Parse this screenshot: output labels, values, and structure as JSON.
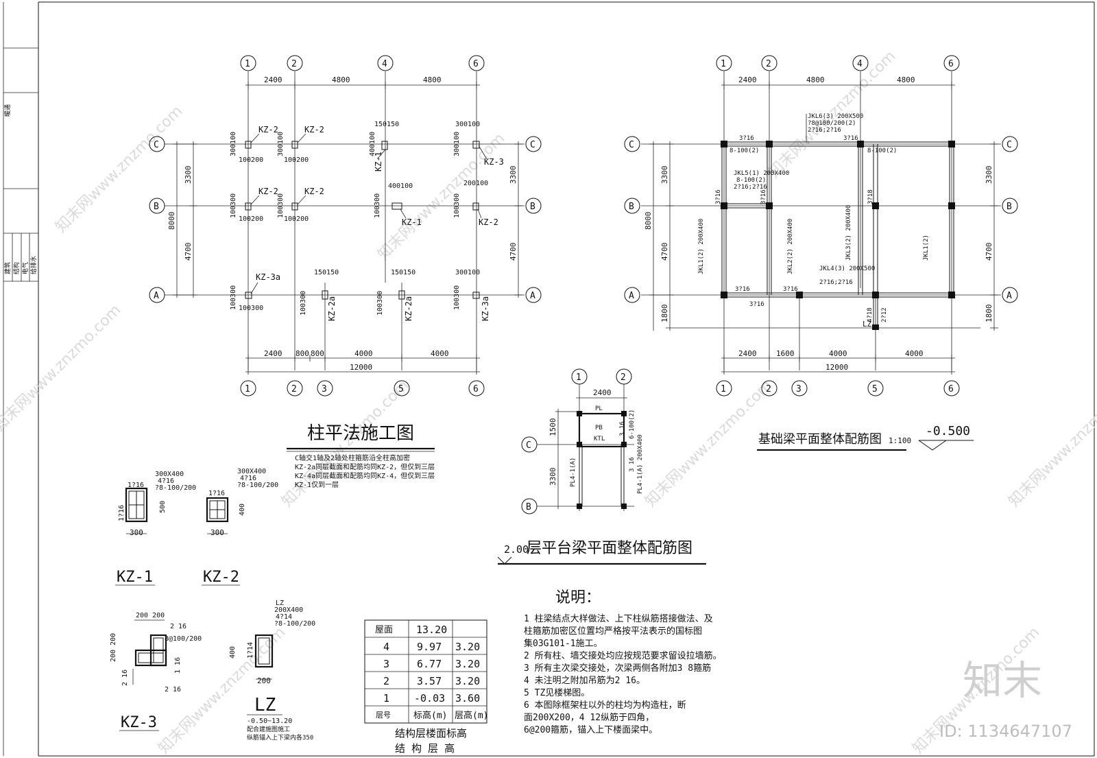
{
  "left_strip": {
    "labels": [
      "建筑",
      "结构",
      "电气",
      "给排水",
      "暖通"
    ]
  },
  "col_plan": {
    "top_axes": [
      "1",
      "2",
      "4",
      "6"
    ],
    "bottom_axes": [
      "1",
      "2",
      "3",
      "5",
      "6"
    ],
    "row_axes": [
      "C",
      "B",
      "A"
    ],
    "top_dims": [
      "2400",
      "4800",
      "4800"
    ],
    "bottom_dims": [
      "2400",
      "800",
      "800",
      "4000",
      "4000"
    ],
    "total": "12000",
    "left_dims": [
      "3300",
      "4700"
    ],
    "left_total": "8000",
    "right_dims": [
      "3300",
      "4700"
    ],
    "column_labels": [
      "KZ-2",
      "KZ-2",
      "KZ-1",
      "KZ-3",
      "KZ-2",
      "KZ-2",
      "KZ-1",
      "KZ-2",
      "KZ-3a",
      "KZ-2a",
      "KZ-2a",
      "KZ-3a"
    ],
    "offsets": [
      "300100",
      "100200",
      "150150",
      "400100",
      "200100",
      "150150",
      "100300",
      "300100"
    ],
    "title": "柱平法施工图",
    "notes": [
      "C轴交1轴及2轴处柱箍筋沿全柱高加密",
      "KZ-2a同层截面和配筋均同KZ-2，但仅到三层",
      "KZ-4a同层截面和配筋均同KZ-4，但仅到三层",
      "KZ-1仅到一层"
    ]
  },
  "beam_plan": {
    "top_axes": [
      "1",
      "2",
      "4",
      "6"
    ],
    "bottom_axes": [
      "1",
      "2",
      "3",
      "5",
      "6"
    ],
    "row_axes": [
      "C",
      "B",
      "A"
    ],
    "top_dims": [
      "2400",
      "4800",
      "4800"
    ],
    "bottom_dims": [
      "2400",
      "1600",
      "4000",
      "4000"
    ],
    "total": "12000",
    "left_dims": [
      "3300",
      "4700",
      "1800"
    ],
    "left_total": "8000",
    "right_dims": [
      "3300",
      "4700",
      "1800"
    ],
    "beam_labels": [
      "JKL6(3) 200X500",
      "?8@100/200(2)",
      "2?16;2?16",
      "JKL5(1) 200X400",
      "8-100(2)",
      "2?16;2?16",
      "JKL1(2) 200X400",
      "JKL2(2) 200X400",
      "JKL3(2) 200X400",
      "JKL4(3) 200X500",
      "JKL1(2)",
      "3?16",
      "3?18",
      "4?18",
      "2?12",
      "LZ"
    ],
    "title": "基础梁平面整体配筋图",
    "scale": "1:100",
    "elevation": "-0.500"
  },
  "stair_plan": {
    "axes": [
      "1",
      "2"
    ],
    "rows": [
      "C",
      "B"
    ],
    "dim": "2400",
    "left_dims": [
      "1500",
      "3300"
    ],
    "labels": [
      "PL",
      "PB",
      "KTL",
      "3 16",
      "6-100(2)",
      "PL4-1(A)",
      "PL4-1(A) 200X400"
    ],
    "title": "层平台梁平面整体配筋图",
    "elevation": "2.00"
  },
  "sections": [
    {
      "name": "KZ-1",
      "size": "300X400",
      "bars": "4?16",
      "stirrup": "?8-100/200",
      "side": "1?16",
      "w": "300",
      "h": "500"
    },
    {
      "name": "KZ-2",
      "size": "300X400",
      "bars": "4?16",
      "stirrup": "?8-100/200",
      "side": "1?16",
      "w": "300",
      "h": "400"
    },
    {
      "name": "KZ-3",
      "dims": "200 200",
      "bars1": "2 16",
      "stirrup": "8@100/200",
      "bars2": "1 16",
      "bars3": "2 16"
    },
    {
      "name": "LZ",
      "header": "LZ",
      "size": "200X400",
      "bars": "4?14",
      "stirrup": "?8-100/200",
      "side": "1?14",
      "w": "200",
      "h": "400",
      "note1": "-0.50~13.20",
      "note2": "配合建施图施工",
      "note3": "纵筋锚入上下梁内各350"
    }
  ],
  "floor_table": {
    "rows": [
      {
        "floor": "屋面",
        "elev": "13.20",
        "height": ""
      },
      {
        "floor": "4",
        "elev": "9.97",
        "height": "3.20"
      },
      {
        "floor": "3",
        "elev": "6.77",
        "height": "3.20"
      },
      {
        "floor": "2",
        "elev": "3.57",
        "height": "3.20"
      },
      {
        "floor": "1",
        "elev": "-0.03",
        "height": "3.60"
      }
    ],
    "head": {
      "floor": "层号",
      "elev": "标高(m)",
      "height": "层高(m)"
    },
    "caption1": "结构层楼面标高",
    "caption2": "结 构 层 高"
  },
  "notes": {
    "title": "说明：",
    "items": [
      "1  柱梁结点大样做法、上下柱纵筋搭接做法、及",
      "   柱箍筋加密区位置均严格按平法表示的国标图",
      "   集03G101-1施工。",
      "2  所有柱、墙交接处均应按规范要求留设拉墙筋。",
      "3  所有主次梁交接处，次梁两侧各附加3 8箍筋",
      "4  未注明之附加吊筋为2 16。",
      "5  TZ见楼梯图。",
      "6  本图除框架柱以外的柱均为构造柱，断",
      "   面200X200，4 12纵筋于四角，",
      "   6@200箍筋，锚入上下楼面梁中。"
    ]
  },
  "brand": {
    "logo": "知末",
    "id": "ID: 1134647107",
    "watermark": "知末网www.znzmo.com"
  }
}
